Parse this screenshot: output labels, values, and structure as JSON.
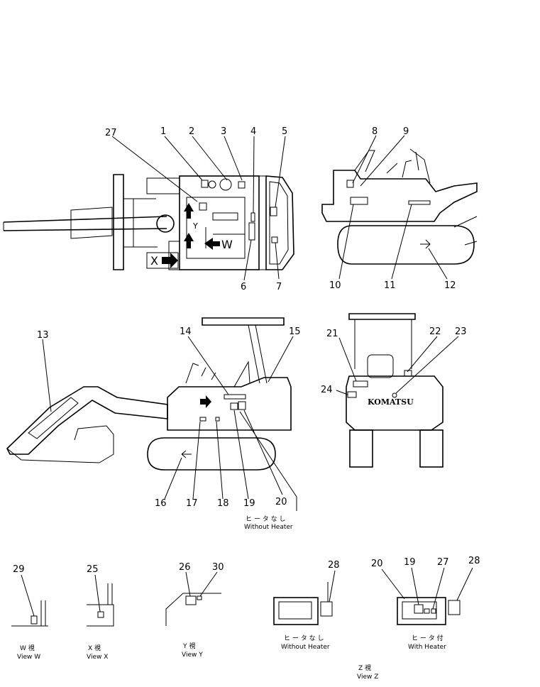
{
  "callouts": [
    "27",
    "1",
    "2",
    "3",
    "4",
    "5",
    "6",
    "7",
    "8",
    "9",
    "10",
    "11",
    "12",
    "13",
    "14",
    "15",
    "16",
    "17",
    "18",
    "19",
    "20",
    "21",
    "22",
    "23",
    "24",
    "29",
    "25",
    "26",
    "30",
    "28",
    "20",
    "19",
    "27",
    "28"
  ],
  "view_markers": {
    "x": "X",
    "y": "Y",
    "w": "W"
  },
  "brand_text": "KOMATSU",
  "captions": {
    "without_heater_jp": "ヒ ー タ な し",
    "without_heater_en": "Without Heater",
    "view_w_jp": "W 視",
    "view_w_en": "View W",
    "view_x_jp": "X 視",
    "view_x_en": "View X",
    "view_y_jp": "Y 視",
    "view_y_en": "View Y",
    "without_heater2_jp": "ヒ ー タ な し",
    "without_heater2_en": "Without Heater",
    "with_heater_jp": "ヒ ー タ 付",
    "with_heater_en": "With Heater",
    "view_z_jp": "Z 視",
    "view_z_en": "View Z"
  }
}
